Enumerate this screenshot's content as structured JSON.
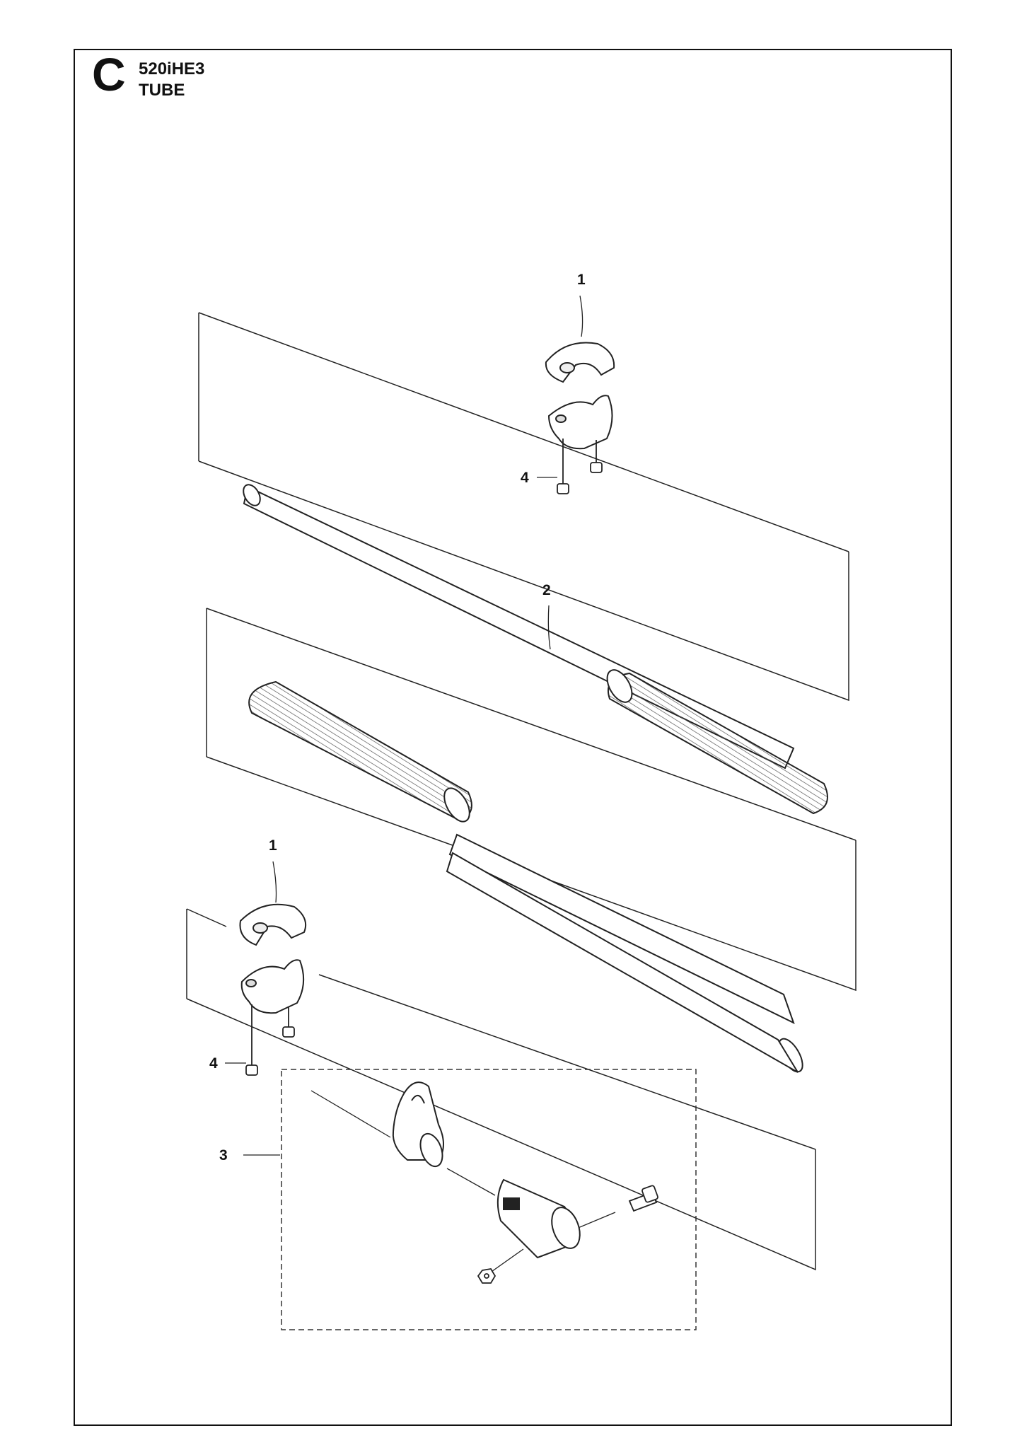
{
  "header": {
    "section": "C",
    "model": "520iHE3",
    "title": "TUBE"
  },
  "callouts": [
    "1",
    "2",
    "1",
    "4",
    "4",
    "3"
  ]
}
